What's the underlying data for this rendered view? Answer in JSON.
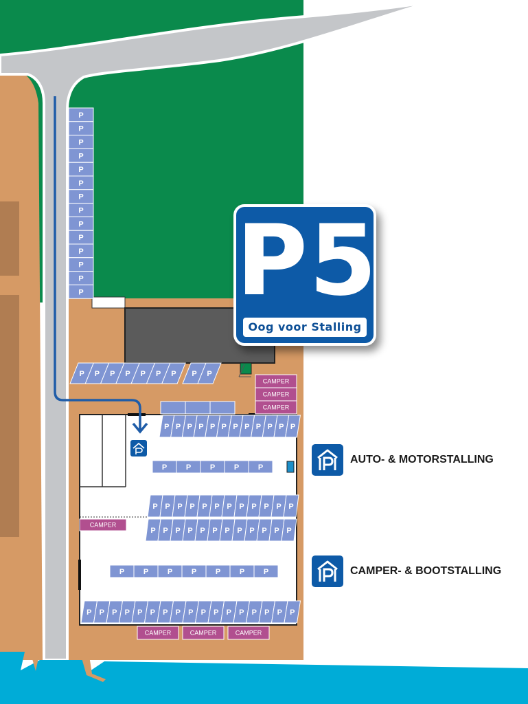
{
  "sign": {
    "title": "P5",
    "subtitle": "Oog voor Stalling"
  },
  "legend": [
    {
      "icon": "garage-parking-icon",
      "label": "AUTO- & MOTORSTALLING"
    },
    {
      "icon": "garage-parking-icon",
      "label": "CAMPER- & BOOTSTALLING"
    }
  ],
  "map": {
    "parking_label": "P",
    "camper_label": "CAMPER",
    "colors": {
      "grass": "#0a8a4c",
      "terrain": "#d69a65",
      "building_shade": "#b07d52",
      "road": "#c4c6c9",
      "water": "#00acd7",
      "parking_slot": "#7f95d3",
      "camper_slot": "#b14f8f",
      "route": "#1e5ca8",
      "sign_blue": "#0d5aa7",
      "hall_floor": "#ffffff",
      "shed": "#5b5b5b"
    }
  }
}
